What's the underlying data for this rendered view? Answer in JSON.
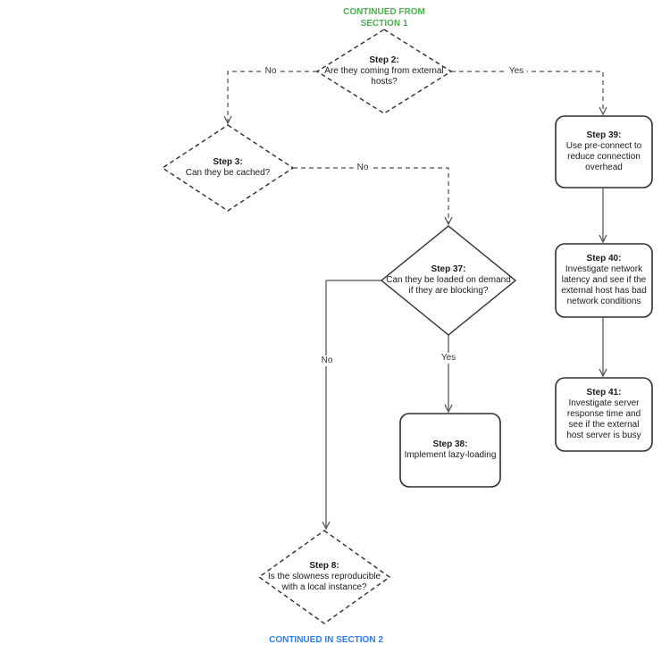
{
  "page": {
    "continued_from": "CONTINUED FROM SECTION 1",
    "continued_in": "CONTINUED IN SECTION 2"
  },
  "colors": {
    "continued_from_text": "#4caf50",
    "continued_in_text": "#2e7cf6",
    "connector_line": "#4d4d4d",
    "shape_border": "#2e2e2e",
    "node_text": "#1a1a1a",
    "background": "#ffffff"
  },
  "nodes": {
    "step2": {
      "title": "Step 2:",
      "text": "Are they coming from external hosts?",
      "shape": "decision",
      "border": "dashed"
    },
    "step3": {
      "title": "Step 3:",
      "text": "Can they be cached?",
      "shape": "decision",
      "border": "dashed"
    },
    "step37": {
      "title": "Step 37:",
      "text": "Can they be loaded on demand if they are blocking?",
      "shape": "decision",
      "border": "solid"
    },
    "step38": {
      "title": "Step 38:",
      "text": "Implement lazy-loading",
      "shape": "process",
      "border": "solid"
    },
    "step39": {
      "title": "Step 39:",
      "text": "Use pre-connect to reduce connection overhead",
      "shape": "process",
      "border": "solid"
    },
    "step40": {
      "title": "Step 40:",
      "text": "Investigate network latency and see if the external host has bad network conditions",
      "shape": "process",
      "border": "solid"
    },
    "step41": {
      "title": "Step 41:",
      "text": "Investigate server response time and see if the external host server is busy",
      "shape": "process",
      "border": "solid"
    },
    "step8": {
      "title": "Step 8:",
      "text": "Is the slowness reproducible with a local instance?",
      "shape": "decision",
      "border": "dashed"
    }
  },
  "edges": {
    "step2_no": {
      "from": "step2",
      "to": "step3",
      "label": "No",
      "style": "dashed"
    },
    "step2_yes": {
      "from": "step2",
      "to": "step39",
      "label": "Yes",
      "style": "dashed"
    },
    "step3_no": {
      "from": "step3",
      "to": "step37",
      "label": "No",
      "style": "dashed"
    },
    "step37_yes": {
      "from": "step37",
      "to": "step38",
      "label": "Yes",
      "style": "solid"
    },
    "step37_no": {
      "from": "step37",
      "to": "step8",
      "label": "No",
      "style": "solid"
    },
    "step39_next": {
      "from": "step39",
      "to": "step40",
      "label": "",
      "style": "solid"
    },
    "step40_next": {
      "from": "step40",
      "to": "step41",
      "label": "",
      "style": "solid"
    }
  }
}
